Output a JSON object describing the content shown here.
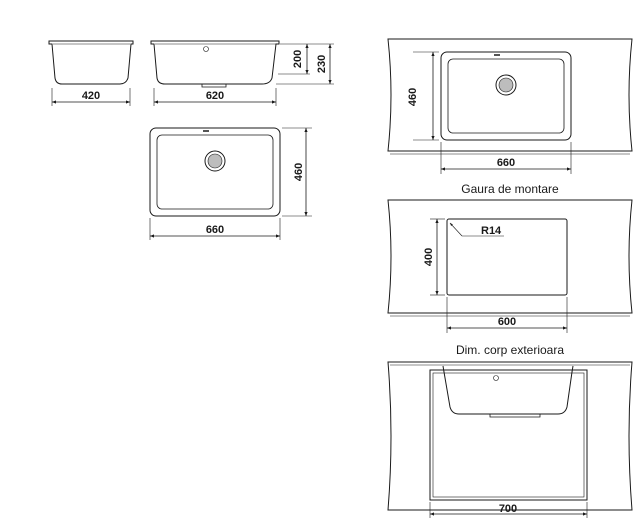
{
  "views": {
    "side_view": {
      "width_label": "420"
    },
    "front_view": {
      "width_label": "620",
      "inner_depth_label": "200",
      "outer_depth_label": "230"
    },
    "top_view": {
      "width_label": "660",
      "depth_label": "460"
    }
  },
  "panels": {
    "overmount": {
      "width_label": "660",
      "depth_label": "460"
    },
    "mounting_hole": {
      "caption": "Gaura de montare",
      "width_label": "600",
      "depth_label": "400",
      "radius_label": "R14"
    },
    "body_exterior": {
      "caption": "Dim. corp exterioara",
      "width_label": "700"
    }
  },
  "colors": {
    "line": "#1a1a1a",
    "countertop_fill": "#ffffff",
    "drain": "#bdbdbd"
  }
}
